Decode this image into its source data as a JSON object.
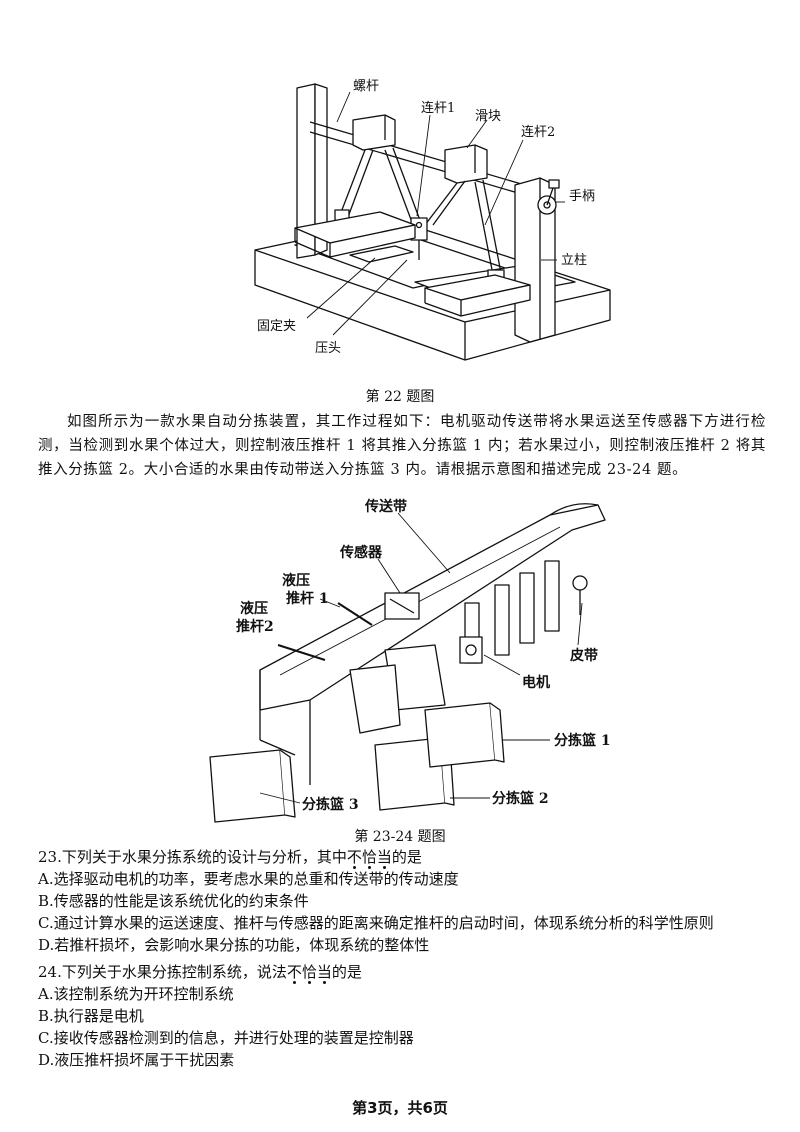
{
  "figure22": {
    "labels": {
      "screw": "螺杆",
      "link1": "连杆1",
      "slider": "滑块",
      "link2": "连杆2",
      "handle": "手柄",
      "column": "立柱",
      "clamp": "固定夹",
      "press_head": "压头"
    },
    "caption": "第 22 题图"
  },
  "intro": "如图所示为一款水果自动分拣装置，其工作过程如下：电机驱动传送带将水果运送至传感器下方进行检测，当检测到水果个体过大，则控制液压推杆 1 将其推入分拣篮 1 内；若水果过小，则控制液压推杆 2 将其推入分拣篮 2。大小合适的水果由传动带送入分拣篮 3 内。请根据示意图和描述完成 23-24 题。",
  "figure2324": {
    "labels": {
      "belt": "传送带",
      "sensor": "传感器",
      "rod1_a": "液压",
      "rod1_b": "推杆 1",
      "rod2_a": "液压",
      "rod2_b": "推杆2",
      "pulley_belt": "皮带",
      "motor": "电机",
      "basket1": "分拣篮 1",
      "basket2": "分拣篮 2",
      "basket3": "分拣篮 3"
    },
    "caption": "第 23-24 题图"
  },
  "q23": {
    "stem_pre": "23.下列关于水果分拣系统的设计与分析，其中",
    "stem_dot1": "不",
    "stem_dot2": "恰",
    "stem_dot3": "当",
    "stem_post": "的是",
    "options": [
      "A.选择驱动电机的功率，要考虑水果的总重和传送带的传动速度",
      "B.传感器的性能是该系统优化的约束条件",
      "C.通过计算水果的运送速度、推杆与传感器的距离来确定推杆的启动时间，体现系统分析的科学性原则",
      "D.若推杆损坏，会影响水果分拣的功能，体现系统的整体性"
    ]
  },
  "q24": {
    "stem_pre": "24.下列关于水果分拣控制系统，说法",
    "stem_dot1": "不",
    "stem_dot2": "恰",
    "stem_dot3": "当",
    "stem_post": "的是",
    "options": [
      "A.该控制系统为开环控制系统",
      "B.执行器是电机",
      "C.接收传感器检测到的信息，并进行处理的装置是控制器",
      "D.液压推杆损坏属于干扰因素"
    ]
  },
  "footer": "第3页，共6页"
}
